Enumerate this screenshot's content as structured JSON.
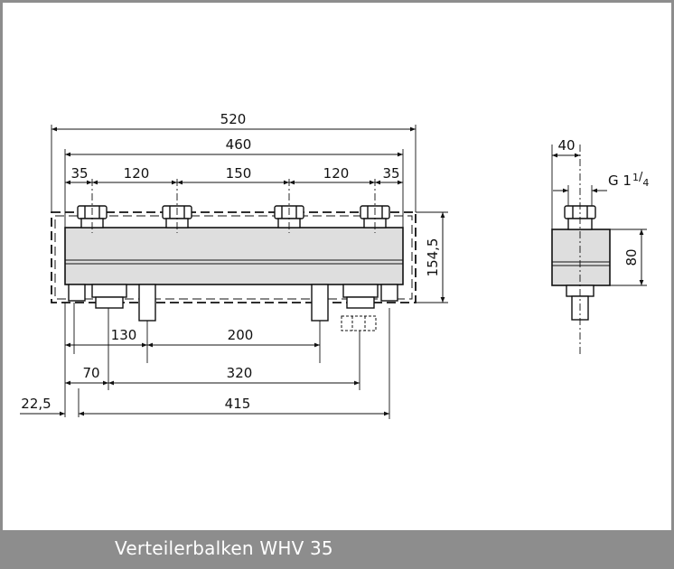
{
  "caption": "Verteilerbalken WHV 35",
  "colors": {
    "frame": "#8d8d8d",
    "line": "#111111",
    "fill": "#dedede",
    "caption_text": "#ffffff"
  },
  "front_view": {
    "dims_top": {
      "overall_520": "520",
      "inner_460": "460",
      "seg_left_35": "35",
      "seg_120_a": "120",
      "seg_150": "150",
      "seg_120_b": "120",
      "seg_right_35": "35"
    },
    "height_154_5": "154,5",
    "dims_bottom": {
      "d130": "130",
      "d200": "200",
      "d70": "70",
      "d320": "320",
      "d22_5": "22,5",
      "d415": "415"
    }
  },
  "side_view": {
    "width_40": "40",
    "thread": "G 1",
    "thread_frac_num": "1",
    "thread_frac_den": "4",
    "height_80": "80"
  }
}
